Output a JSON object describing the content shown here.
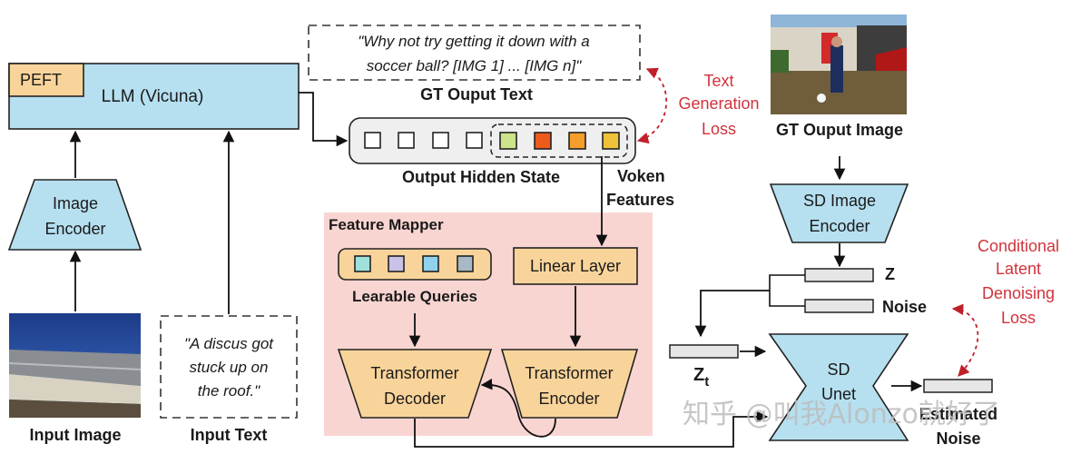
{
  "llm": {
    "label": "LLM (Vicuna)",
    "peft": "PEFT"
  },
  "image_encoder": {
    "l1": "Image",
    "l2": "Encoder"
  },
  "input_image": {
    "caption": "Input Image"
  },
  "input_text": {
    "l1": "\"A discus got",
    "l2": "stuck up on",
    "l3": "the roof.\"",
    "caption": "Input Text"
  },
  "gt_text": {
    "l1": "\"Why not try getting it down with a",
    "l2": "soccer ball? [IMG 1] ... [IMG n]\"",
    "caption": "GT Ouput Text"
  },
  "hidden_state": {
    "caption": "Output Hidden State"
  },
  "voken": {
    "l1": "Voken",
    "l2": "Features"
  },
  "text_loss": {
    "l1": "Text",
    "l2": "Generation",
    "l3": "Loss"
  },
  "gt_image": {
    "caption": "GT Ouput Image"
  },
  "sd_encoder": {
    "l1": "SD Image",
    "l2": "Encoder"
  },
  "feature_mapper": {
    "title": "Feature Mapper",
    "linear": "Linear Layer",
    "queries": "Learable Queries",
    "dec_l1": "Transformer",
    "dec_l2": "Decoder",
    "enc_l1": "Transformer",
    "enc_l2": "Encoder"
  },
  "latent": {
    "z": "Z",
    "noise": "Noise",
    "zt": "Z",
    "zt_sub": "t"
  },
  "cond_loss": {
    "l1": "Conditional",
    "l2": "Latent",
    "l3": "Denoising",
    "l4": "Loss"
  },
  "unet": {
    "l1": "SD",
    "l2": "Unet"
  },
  "estimated": {
    "l1": "Estimated",
    "l2": "Noise"
  },
  "watermark": "知乎 @叫我Alonzo就好了",
  "colors": {
    "blue": "#b6e0f0",
    "orange": "#f9d49a",
    "pink": "#f9d5d2",
    "red": "#d1323b"
  }
}
